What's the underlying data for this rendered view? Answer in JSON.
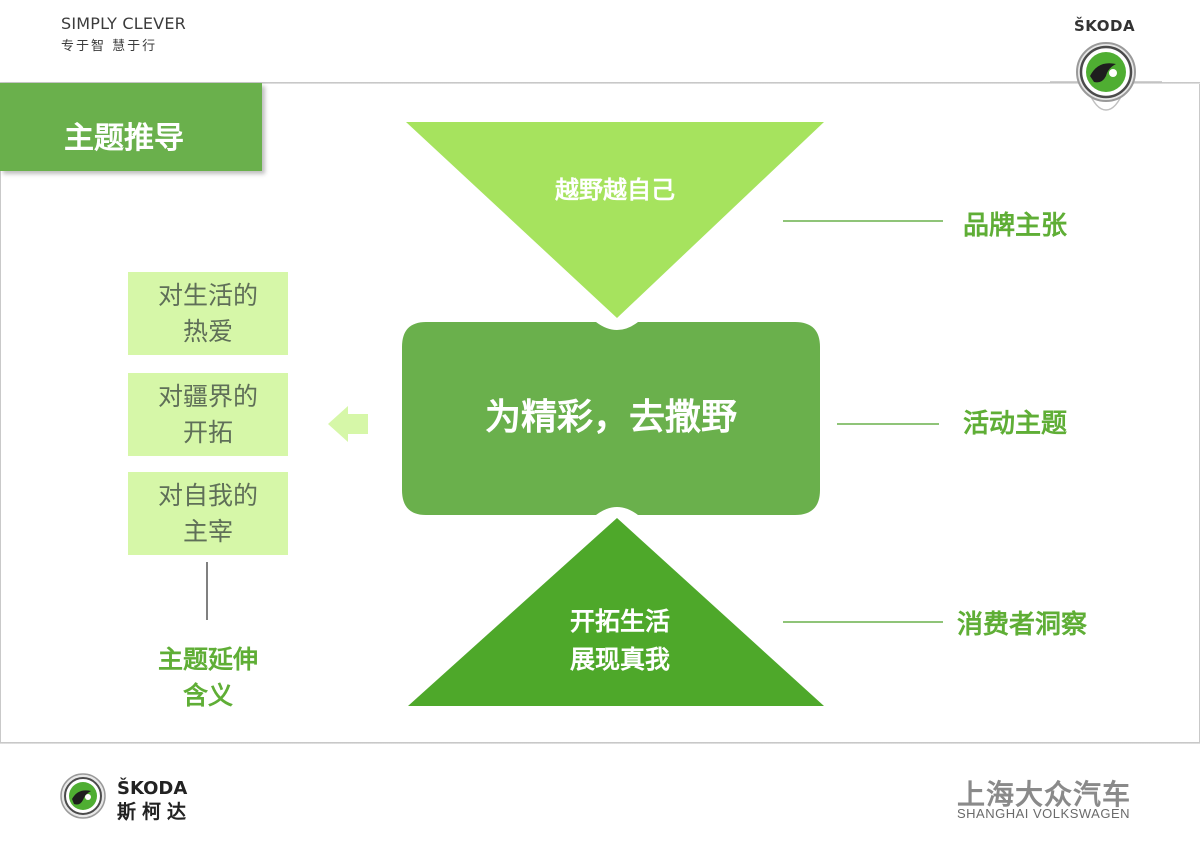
{
  "header": {
    "tagline_en": "SIMPLY CLEVER",
    "tagline_cn": "专于智 慧于行",
    "brand": "ŠKODA"
  },
  "slide": {
    "title": "主题推导"
  },
  "diagram": {
    "top_triangle": "越野越自己",
    "center": "为精彩，去撒野",
    "bottom_triangle": [
      "开拓生活",
      "展现真我"
    ],
    "right_labels": [
      "品牌主张",
      "活动主题",
      "消费者洞察"
    ],
    "left_boxes": [
      [
        "对生活的",
        "热爱"
      ],
      [
        "对疆界的",
        "开拓"
      ],
      [
        "对自我的",
        "主宰"
      ]
    ],
    "extension_label": [
      "主题延伸",
      "含义"
    ]
  },
  "footer": {
    "brand_en": "ŠKODA",
    "brand_cn": "斯柯达",
    "partner_cn": "上海大众汽车",
    "partner_en": "SHANGHAI VOLKSWAGEN"
  },
  "colors": {
    "light_green": "#a6e35e",
    "mid_green": "#6ab04c",
    "dark_green": "#4ea82a",
    "pale_green": "#d6f7a8",
    "text_green": "#5fae36"
  }
}
